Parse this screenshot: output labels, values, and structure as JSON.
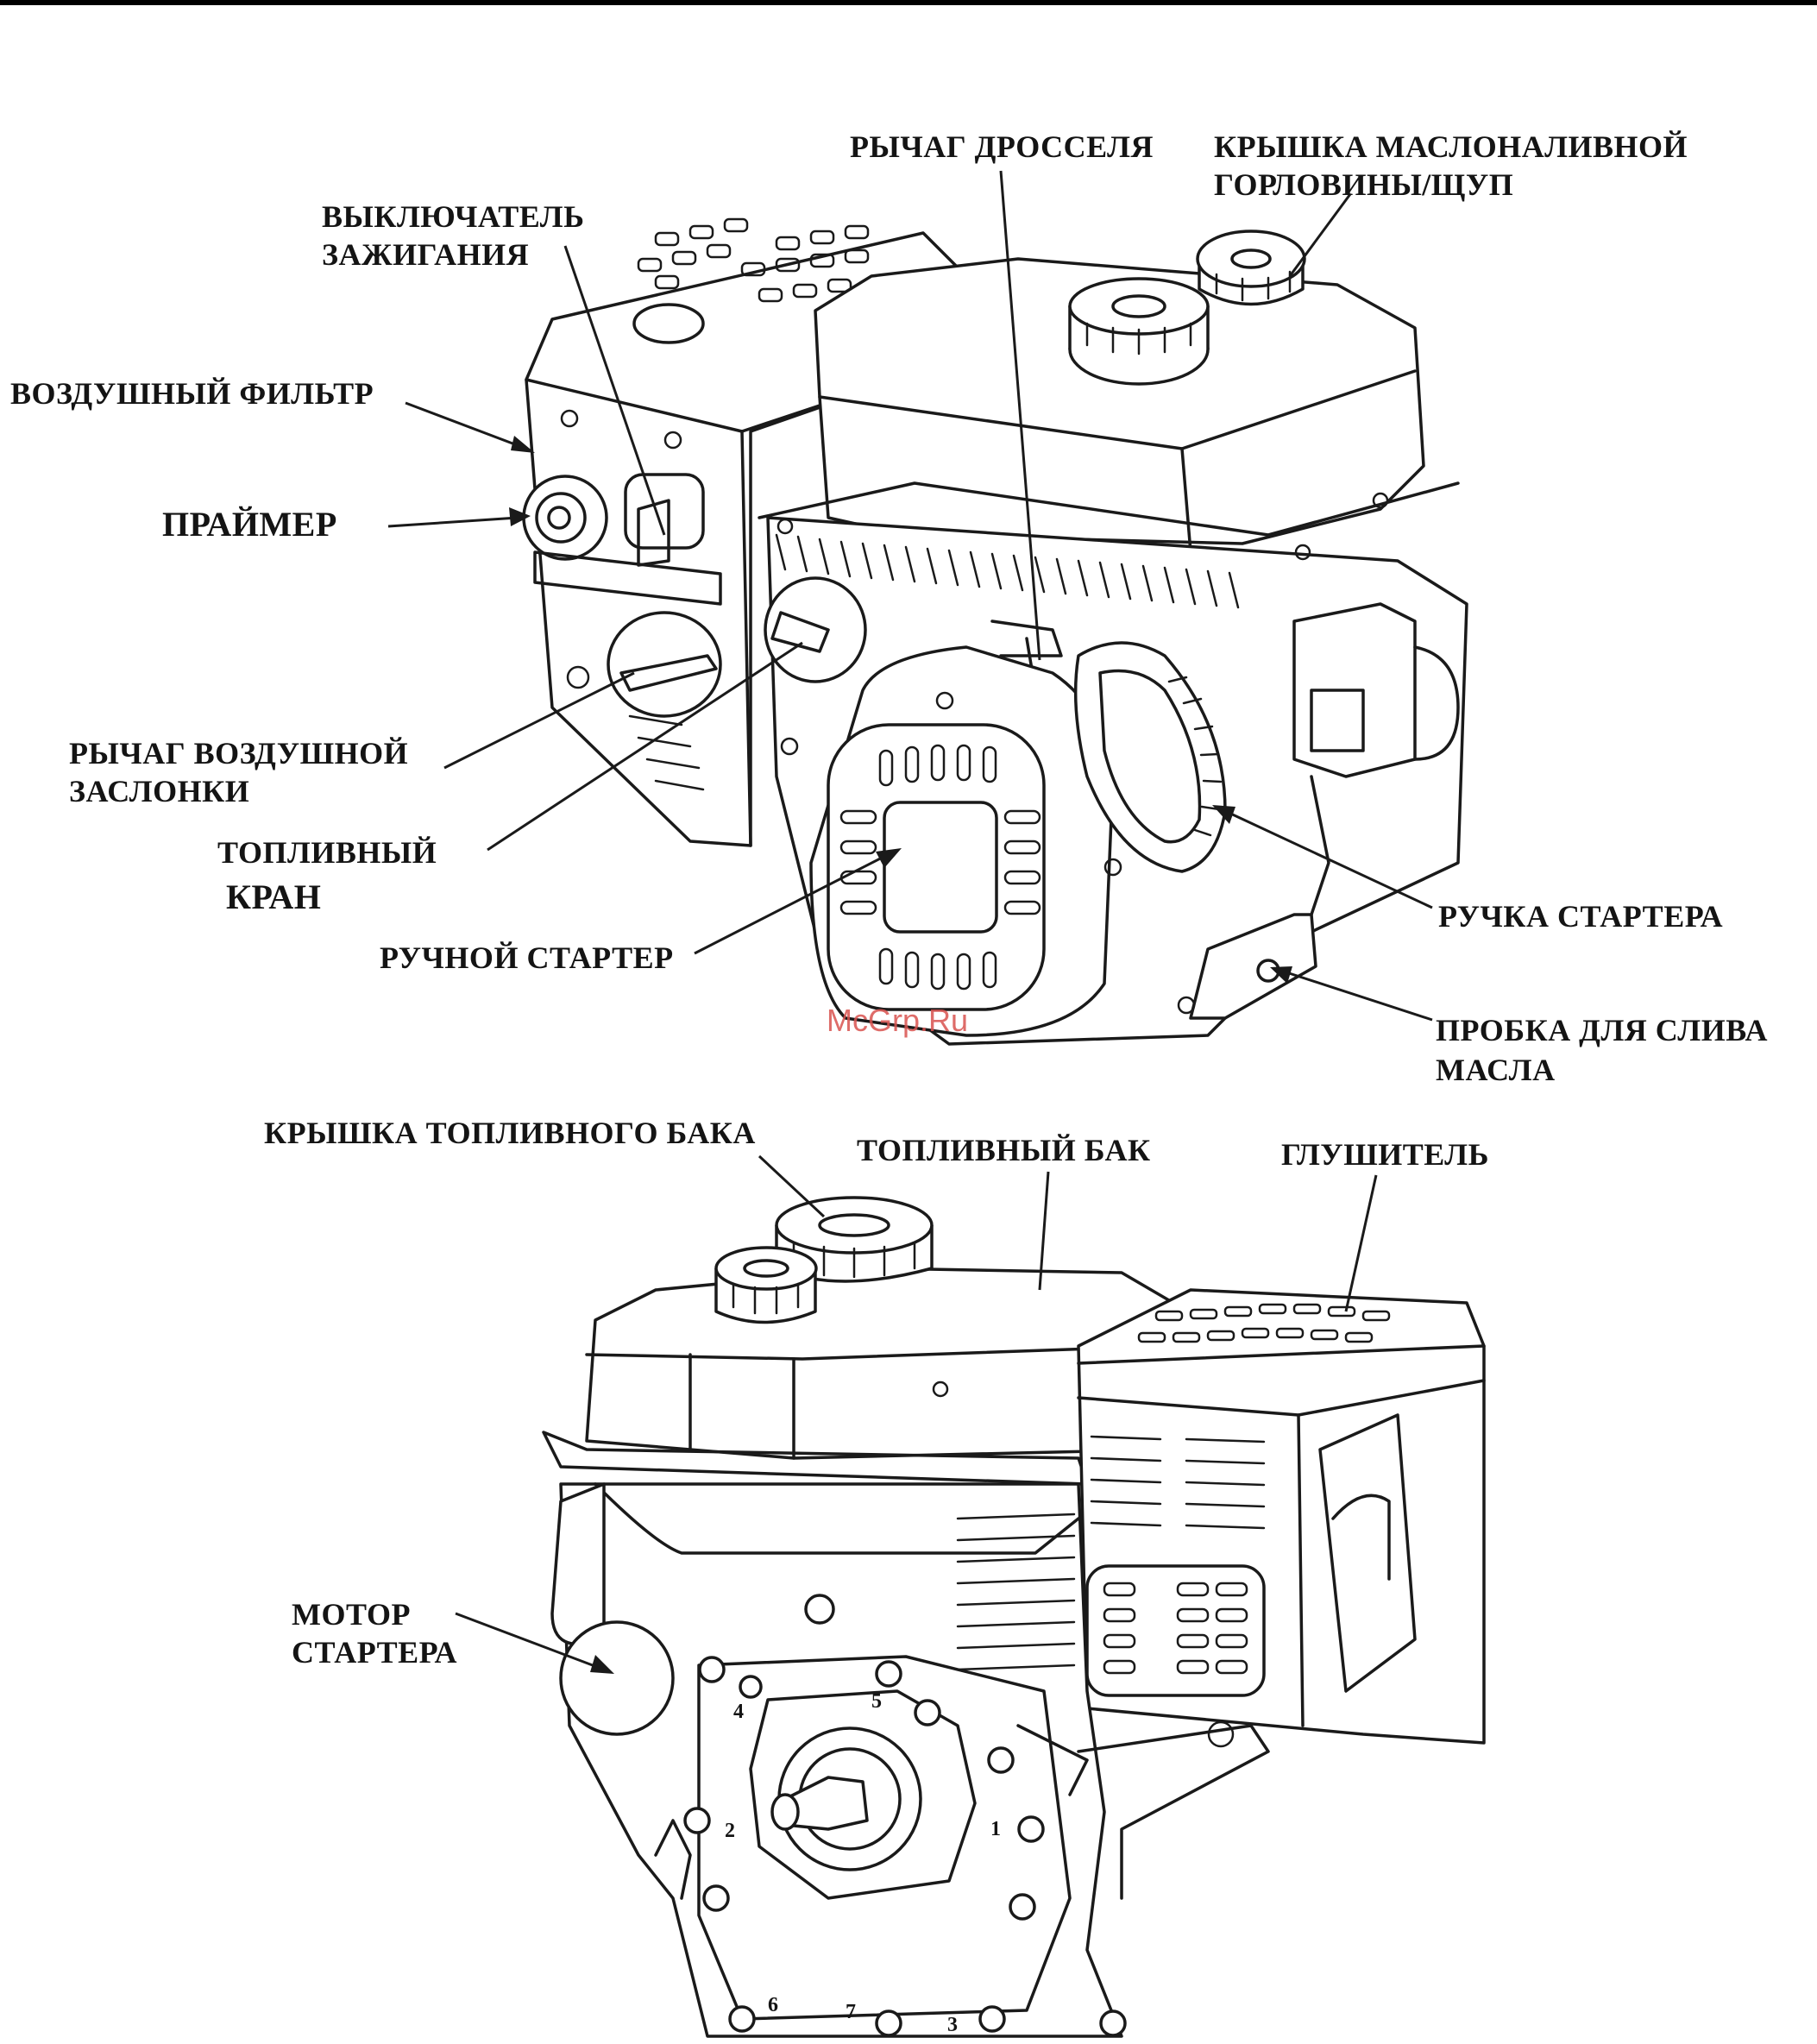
{
  "labels": {
    "throttle_lever": "РЫЧАГ ДРОССЕЛЯ",
    "oil_cap_line1": "КРЫШКА МАСЛОНАЛИВНОЙ",
    "oil_cap_line2": "ГОРЛОВИНЫ/ЩУП",
    "ignition_switch_line1": "ВЫКЛЮЧАТЕЛЬ",
    "ignition_switch_line2": "ЗАЖИГАНИЯ",
    "air_filter": "ВОЗДУШНЫЙ ФИЛЬТР",
    "primer": "ПРАЙМЕР",
    "choke_lever_line1": "РЫЧАГ ВОЗДУШНОЙ",
    "choke_lever_line2": "ЗАСЛОНКИ",
    "fuel_valve_line1": "ТОПЛИВНЫЙ",
    "fuel_valve_line2": "КРАН",
    "recoil_starter": "РУЧНОЙ СТАРТЕР",
    "starter_grip": "РУЧКА СТАРТЕРА",
    "oil_drain_line1": "ПРОБКА ДЛЯ СЛИВА",
    "oil_drain_line2": "МАСЛА",
    "fuel_tank_cap": "КРЫШКА ТОПЛИВНОГО БАКА",
    "fuel_tank": "ТОПЛИВНЫЙ БАК",
    "muffler": "ГЛУШИТЕЛЬ",
    "starter_motor_line1": "МОТОР",
    "starter_motor_line2": "СТАРТЕРА"
  },
  "bolt_numbers": [
    "1",
    "2",
    "3",
    "4",
    "5",
    "6",
    "7"
  ],
  "watermark": "McGrp.Ru",
  "colors": {
    "ink": "#1a1a1a",
    "watermark": "#d9534f",
    "top_bar": "#000000"
  }
}
